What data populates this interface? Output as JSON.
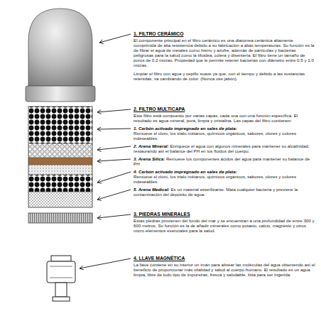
{
  "diagram": {
    "labels": [
      "1. FILTRO CERÁMICO",
      "El componente principal en el filtro cerámico es una diatomea cerámica altamente comprimida de alta resistencia debido a su fabricación a altas temperaturas. Su función es la de filtrar el agua de metales como hierro y azufre, además de partículas y bacterias peligrosas para la salud como la tifoidea, cólera y disentería. El filtro tiene un tamaño de poros de 0.2 micras. Propiedad que le permite retener bacterias con diámetro entre 0,5 y 1.0 micras.",
      "Limpiar el filtro con agua y cepillo suave ya que, con el tiempo y debido a las sustancias retenidas, va cambiando de color. (Nunca use jabón).",
      "2. FILTRO MULTICAPA",
      "Este filtro está compuesto por varias capas, cada una con una función específica. El resultado es agua mineral, pura, limpia y cristalina. Las capas del filtro contienen:",
      "1. Carbón activado impregnado en sales de plata:",
      "Remueve el cloro, los trialo métanos, químicos orgánicos, sabores, olores y colores indeseables.",
      "2. Arena Mineral:",
      "Enriquece el agua con algunos minerales para mantener su alcalinidad, restaurando así el balance del PH en los fluidos del cuerpo.",
      "3. Arena Sílica:",
      "Remueve los componentes ácidos del agua para mantener su balance de PH",
      "4. Carbón activado impregnado en sales de plata:",
      "Remueve el cloro, los trialo métanos, químicos orgánicos, sabores, olores y colores indeseables.",
      "5. Arena Medical:",
      "Es un material esterilizante. Mata cualquier bacteria y previene la contaminación del depósito de agua.",
      "3. PIEDRAS MINERALES",
      "Estas piedras provienen del fondo del mar y se encuentran a una profundidad de entre 300 y 600 metros. Su función es la de añadir minerales como potasio, calcio, magnesio y otros micro elementos esenciales para la salud.",
      "4. LLAVE MAGNÉTICA",
      "La llave contiene en su interior un imán para alinear las moléculas del agua obteniendo así el beneficio de proporcionar más vitalidad y salud al cuerpo humano. El resultado es un agua limpia, libre de todo tipo de impurezas, fresca y saludable, lista para ser ingerida."
    ]
  }
}
